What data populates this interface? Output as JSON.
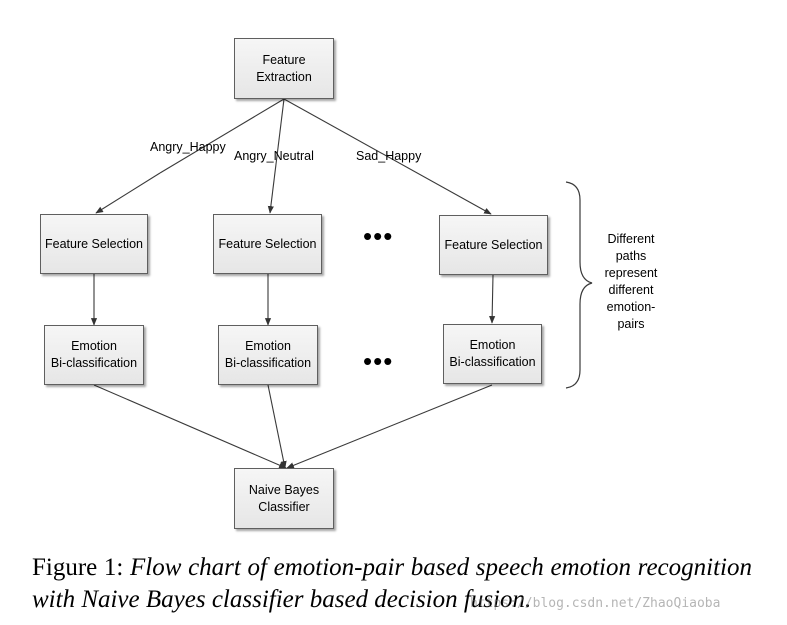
{
  "nodes": {
    "feature_extraction": "Feature\nExtraction",
    "feature_selection_1": "Feature Selection",
    "feature_selection_2": "Feature Selection",
    "feature_selection_3": "Feature Selection",
    "bi_classification_1": "Emotion\nBi-classification",
    "bi_classification_2": "Emotion\nBi-classification",
    "bi_classification_3": "Emotion\nBi-classification",
    "naive_bayes": "Naive Bayes\nClassifier"
  },
  "edge_labels": {
    "path_1": "Angry_Happy",
    "path_2": "Angry_Neutral",
    "path_3": "Sad_Happy"
  },
  "ellipsis": "•••",
  "brace_note": "Different\npaths\nrepresent\ndifferent\nemotion-\npairs",
  "caption": {
    "prefix": "Figure 1:",
    "text": "Flow chart of emotion-pair based speech emotion recognition with Naive Bayes classifier based decision fusion."
  },
  "watermark": "https://blog.csdn.net/ZhaoQiaoba"
}
